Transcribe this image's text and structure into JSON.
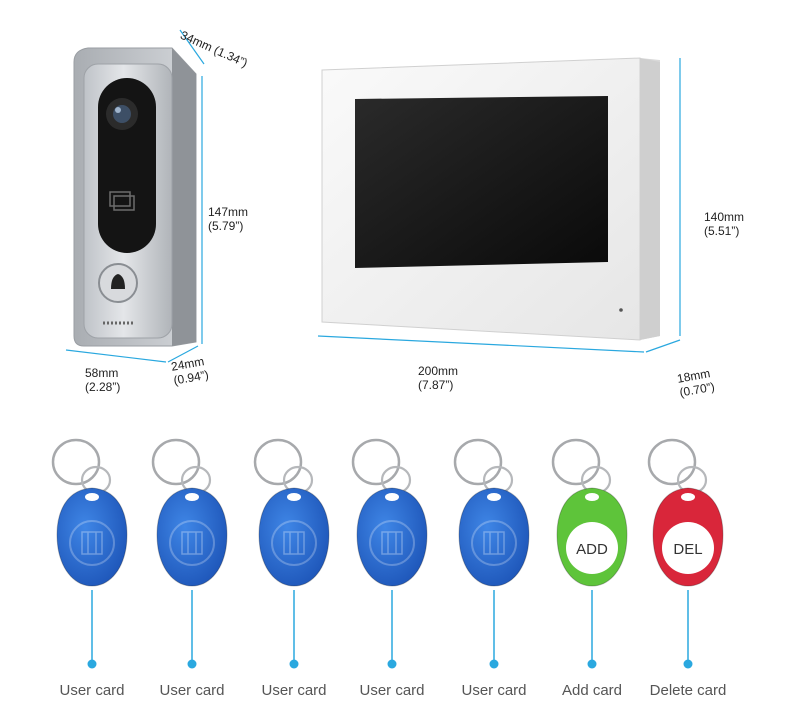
{
  "dimensions": {
    "doorbell_height": {
      "mm": "147mm",
      "inch": "(5.79”)"
    },
    "doorbell_width": {
      "mm": "58mm",
      "inch": "(2.28”)"
    },
    "doorbell_depth_bottom": {
      "mm": "24mm",
      "inch": "(0.94”)"
    },
    "doorbell_depth_top": {
      "label": "34mm (1.34”)"
    },
    "monitor_width": {
      "mm": "200mm",
      "inch": "(7.87”)"
    },
    "monitor_height": {
      "mm": "140mm",
      "inch": "(5.51”)"
    },
    "monitor_depth": {
      "mm": "18mm",
      "inch": "(0.70”)"
    }
  },
  "cards": [
    {
      "label": "User card",
      "color": "blue"
    },
    {
      "label": "User card",
      "color": "blue"
    },
    {
      "label": "User card",
      "color": "blue"
    },
    {
      "label": "User card",
      "color": "blue"
    },
    {
      "label": "User card",
      "color": "blue"
    },
    {
      "label": "Add card",
      "color": "green",
      "tag_text": "ADD"
    },
    {
      "label": "Delete card",
      "color": "red",
      "tag_text": "DEL"
    }
  ],
  "colors": {
    "accent": "#2aa8df",
    "tag_blue": "#1f5fc8",
    "tag_green": "#5ec43a",
    "tag_red": "#d9263a"
  }
}
